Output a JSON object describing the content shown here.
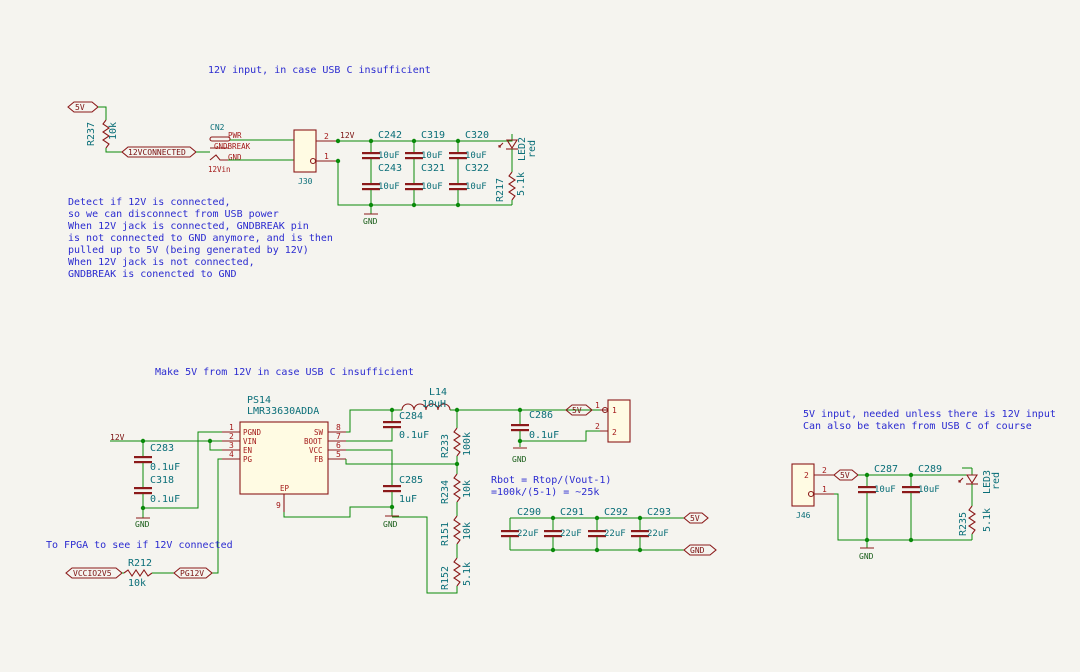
{
  "notes": {
    "n12v_title": "12V input, in case USB C insufficient",
    "detect_lines": [
      "Detect if 12V is connected,",
      "so we can disconnect from USB power",
      "When 12V jack is connected, GNDBREAK pin",
      "is not connected to GND anymore, and is then",
      "pulled up to 5V (being generated by 12V)",
      "When 12V jack is not connected,",
      "GNDBREAK is conencted to GND"
    ],
    "make5v_title": "Make 5V from 12V in case USB C insufficient",
    "fpga_note": "To FPGA to see if 12V connected",
    "rbot_formula_1": "Rbot = Rtop/(Vout-1)",
    "rbot_formula_2": "=100k/(5-1) = ~25k",
    "fivev_lines": [
      "5V input, needed unless there is 12V input",
      "Can also be taken from USB C of course"
    ]
  },
  "nets": {
    "5v": "5V",
    "12v": "12V",
    "gnd": "GND",
    "twelve_v_connected": "12VCONNECTED",
    "vccio2v5": "VCCIO2V5",
    "pg12v": "PG12V",
    "pwr": "PWR",
    "gndbreak": "GNDBREAK",
    "gnd_pin": "GND",
    "twelve_vin": "12Vin"
  },
  "components": {
    "r237": {
      "ref": "R237",
      "value": "10k"
    },
    "cn2": {
      "ref": "CN2"
    },
    "j30": {
      "ref": "J30",
      "pin_top": "2",
      "pin_bot": "1"
    },
    "c242": {
      "ref": "C242",
      "value": "10uF"
    },
    "c243": {
      "ref": "C243",
      "value": "10uF"
    },
    "c319": {
      "ref": "C319",
      "value": "10uF"
    },
    "c321": {
      "ref": "C321",
      "value": "10uF"
    },
    "c320": {
      "ref": "C320",
      "value": "10uF"
    },
    "c322": {
      "ref": "C322",
      "value": "10uF"
    },
    "led2": {
      "ref": "LED2",
      "value": "red"
    },
    "r217": {
      "ref": "R217",
      "value": "5.1k"
    },
    "ps14": {
      "ref": "PS14",
      "value": "LMR33630ADDA",
      "left_pins": [
        {
          "num": "1",
          "name": "PGND"
        },
        {
          "num": "2",
          "name": "VIN"
        },
        {
          "num": "3",
          "name": "EN"
        },
        {
          "num": "4",
          "name": "PG"
        }
      ],
      "right_pins": [
        {
          "num": "8",
          "name": "SW"
        },
        {
          "num": "7",
          "name": "BOOT"
        },
        {
          "num": "6",
          "name": "VCC"
        },
        {
          "num": "5",
          "name": "FB"
        }
      ],
      "ep_num": "9",
      "ep_name": "EP"
    },
    "c283": {
      "ref": "C283",
      "value": "0.1uF"
    },
    "c318": {
      "ref": "C318",
      "value": "0.1uF"
    },
    "c284": {
      "ref": "C284",
      "value": "0.1uF"
    },
    "c285": {
      "ref": "C285",
      "value": "1uF"
    },
    "l14": {
      "ref": "L14",
      "value": "10uH"
    },
    "c286": {
      "ref": "C286",
      "value": "0.1uF"
    },
    "r233": {
      "ref": "R233",
      "value": "100k"
    },
    "r234": {
      "ref": "R234",
      "value": "10k"
    },
    "r151": {
      "ref": "R151",
      "value": "10k"
    },
    "r152": {
      "ref": "R152",
      "value": "5.1k"
    },
    "r212": {
      "ref": "R212",
      "value": "10k"
    },
    "c290": {
      "ref": "C290",
      "value": "22uF"
    },
    "c291": {
      "ref": "C291",
      "value": "22uF"
    },
    "c292": {
      "ref": "C292",
      "value": "22uF"
    },
    "c293": {
      "ref": "C293",
      "value": "22uF"
    },
    "conn_5v": {
      "pin1": "1",
      "pin2": "2"
    },
    "j46": {
      "ref": "J46",
      "pin_top": "2",
      "pin_bot": "1"
    },
    "c287": {
      "ref": "C287",
      "value": "10uF"
    },
    "c289": {
      "ref": "C289",
      "value": "10uF"
    },
    "led3": {
      "ref": "LED3",
      "value": "red"
    },
    "r235": {
      "ref": "R235",
      "value": "5.1k"
    }
  },
  "colors": {
    "wire": "#0a8a0a",
    "symbol": "#8b1a1a",
    "note": "#2b2bd0",
    "ref": "#0a6e78",
    "background": "#f5f4ef"
  }
}
